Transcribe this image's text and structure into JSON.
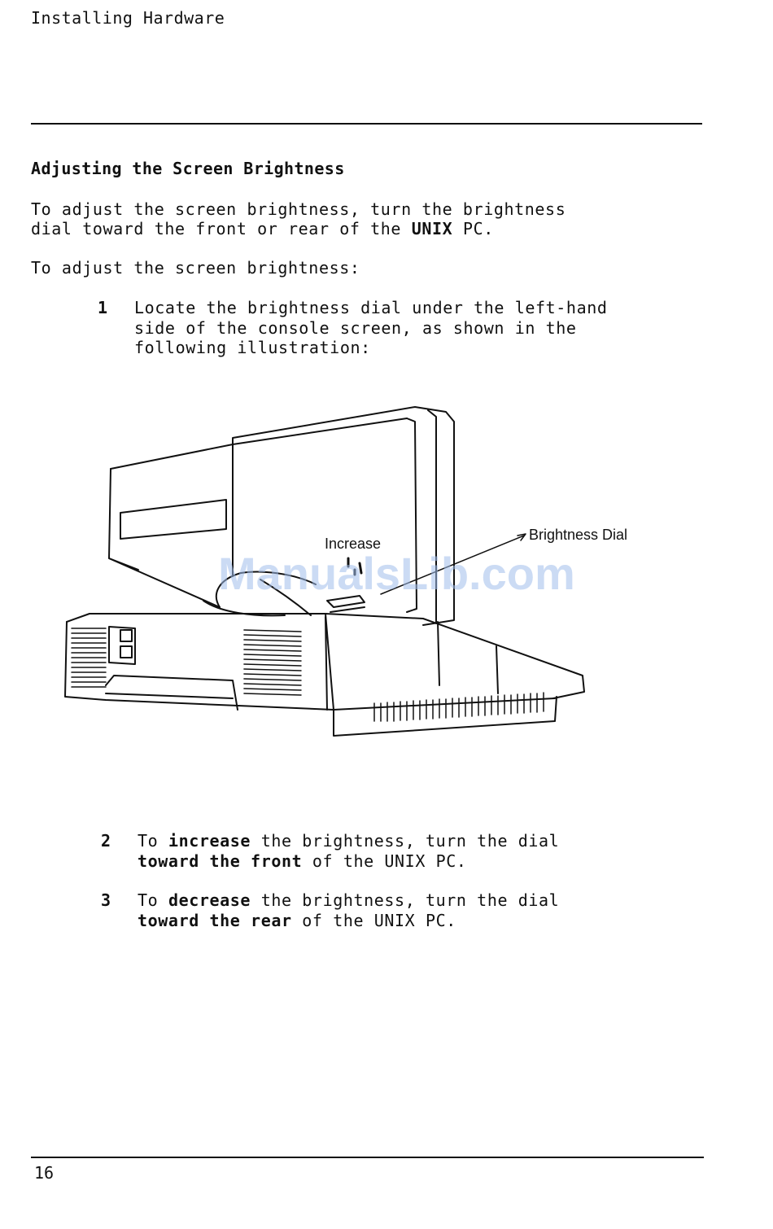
{
  "header": {
    "title": "Installing Hardware"
  },
  "section": {
    "title": "Adjusting the Screen Brightness"
  },
  "intro": {
    "line1": "To adjust the screen brightness, turn the brightness",
    "line2_a": "dial toward the front or rear of the ",
    "line2_b": "UNIX",
    "line2_c": " PC.",
    "lead": "To adjust the screen brightness:"
  },
  "steps": [
    {
      "num": "1",
      "line1": "Locate the brightness dial under the left-hand",
      "line2": "side of the console screen, as shown in the",
      "line3": "following illustration:"
    },
    {
      "num": "2",
      "line1_a": "To ",
      "line1_b": "increase",
      "line1_c": " the brightness, turn the dial",
      "line2_a": "toward the front",
      "line2_b": " of the UNIX PC."
    },
    {
      "num": "3",
      "line1_a": "To ",
      "line1_b": "decrease",
      "line1_c": " the brightness, turn the dial",
      "line2_a": "toward the rear",
      "line2_b": " of the UNIX PC."
    }
  ],
  "figure": {
    "label_increase": "Increase",
    "label_dial": "Brightness Dial"
  },
  "watermark": "ManualsLib.com",
  "footer": {
    "page_number": "16"
  }
}
